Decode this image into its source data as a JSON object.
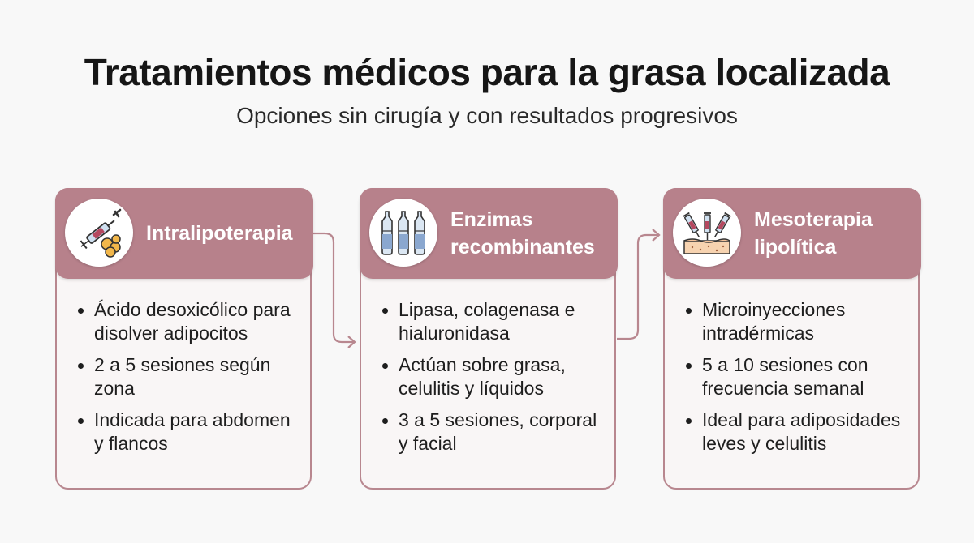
{
  "header": {
    "title": "Tratamientos médicos para la grasa localizada",
    "subtitle": "Opciones sin cirugía y con resultados progresivos"
  },
  "colors": {
    "header_fill": "#b7818b",
    "border": "#b8878f",
    "connector": "#b8878f"
  },
  "cards": [
    {
      "title": "Intralipoterapia",
      "icon": "syringe-fat-cells-icon",
      "items": [
        "Ácido desoxicólico para disolver adipocitos",
        "2 a 5 sesiones según zona",
        "Indicada para abdomen y flancos"
      ]
    },
    {
      "title": "Enzimas recombinantes",
      "icon": "vials-icon",
      "items": [
        "Lipasa, colagenasa e hialuronidasa",
        "Actúan sobre grasa, celulitis y líquidos",
        "3 a 5 sesiones, corporal y facial"
      ]
    },
    {
      "title": "Mesoterapia lipolítica",
      "icon": "syringes-skin-icon",
      "items": [
        "Microinyecciones intradérmicas",
        "5 a 10 sesiones con frecuencia semanal",
        "Ideal para adiposidades leves y celulitis"
      ]
    }
  ]
}
